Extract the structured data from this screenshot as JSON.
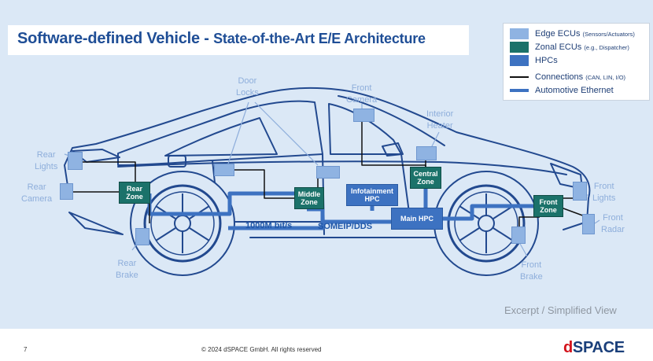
{
  "title": {
    "main": "Software-defined Vehicle - ",
    "sub": "State-of-the-Art E/E Architecture"
  },
  "legend": {
    "edge": {
      "label": "Edge ECUs",
      "note": "(Sensors/Actuators)",
      "color": "#8fb3e2"
    },
    "zonal": {
      "label": "Zonal ECUs",
      "note": "(e.g., Dispatcher)",
      "color": "#1b726a"
    },
    "hpc": {
      "label": "HPCs",
      "color": "#3d72c1"
    },
    "connections": {
      "label": "Connections",
      "note": "(CAN, LIN, I/O)",
      "color": "#111111"
    },
    "ethernet": {
      "label": "Automotive Ethernet",
      "color": "#3d72c1"
    }
  },
  "labels": {
    "door_locks": "Door\nLocks",
    "front_camera": "Front\nCamera",
    "interior_heater": "Interior\nHeater",
    "rear_lights": "Rear\nLights",
    "rear_camera": "Rear\nCamera",
    "rear_brake": "Rear\nBrake",
    "front_lights": "Front\nLights",
    "front_radar": "Front\nRadar",
    "front_brake": "Front\nBrake"
  },
  "zones": {
    "rear": "Rear\nZone",
    "middle": "Middle\nZone",
    "central": "Central\nZone",
    "front": "Front\nZone"
  },
  "hpcs": {
    "infotainment": "Infotainment\nHPC",
    "main": "Main HPC"
  },
  "ethernet_labels": {
    "speed": "1000M bit/s",
    "protocol": "SOMEIP/DDS"
  },
  "excerpt": "Excerpt  / Simplified View",
  "footer": {
    "page": "7",
    "copyright": "© 2024 dSPACE GmbH. All rights reserved"
  },
  "logo": {
    "accent": "d",
    "rest": "SPACE"
  }
}
